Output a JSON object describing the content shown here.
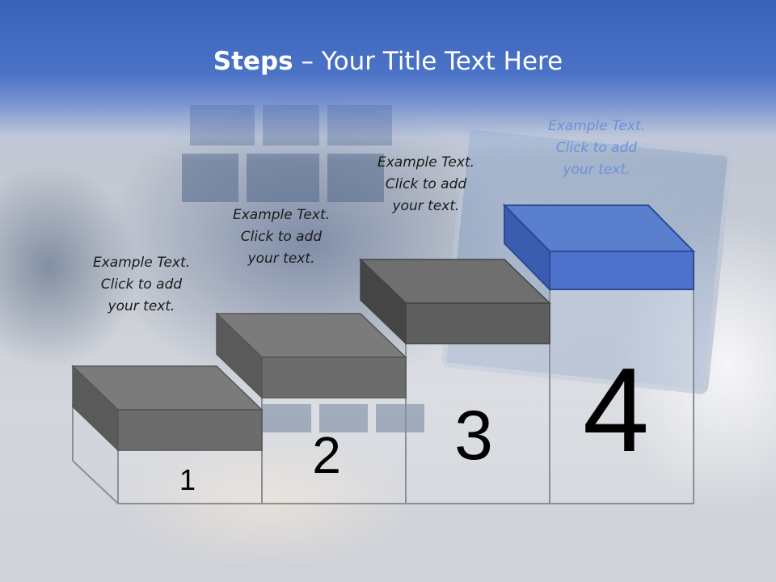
{
  "slide": {
    "title_bold": "Steps",
    "title_rest": " – Your Title Text Here"
  },
  "steps": [
    {
      "number": "1",
      "caption": [
        "Example Text.",
        "Click  to add",
        "your text."
      ]
    },
    {
      "number": "2",
      "caption": [
        "Example Text.",
        "Click  to add",
        "your text."
      ]
    },
    {
      "number": "3",
      "caption": [
        "Example Text.",
        "Click  to add",
        "your text."
      ]
    },
    {
      "number": "4",
      "caption": [
        "Example Text.",
        "Click  to add",
        "your text."
      ]
    }
  ],
  "colors": {
    "header": "#3a62b8",
    "block_gray": "#7a7a7a",
    "block_blue": "#4a72c7",
    "highlight_caption": "#6f8fd8"
  }
}
